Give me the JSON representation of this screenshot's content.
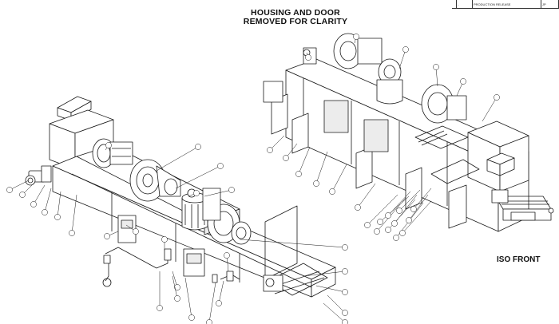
{
  "title": {
    "line1": "HOUSING AND DOOR",
    "line2": "REMOVED FOR CLARITY"
  },
  "view_label": "ISO FRONT",
  "revision_block": {
    "rev": "-",
    "description": "PRODUCTION RELEASE",
    "approved": "JP"
  },
  "colors": {
    "line": "#1a1a1a",
    "panel": "#ffffff",
    "fill_light": "#ececec",
    "fill_dark": "#9a9a9a"
  },
  "callout_count_left": 26,
  "callout_count_right": 28
}
